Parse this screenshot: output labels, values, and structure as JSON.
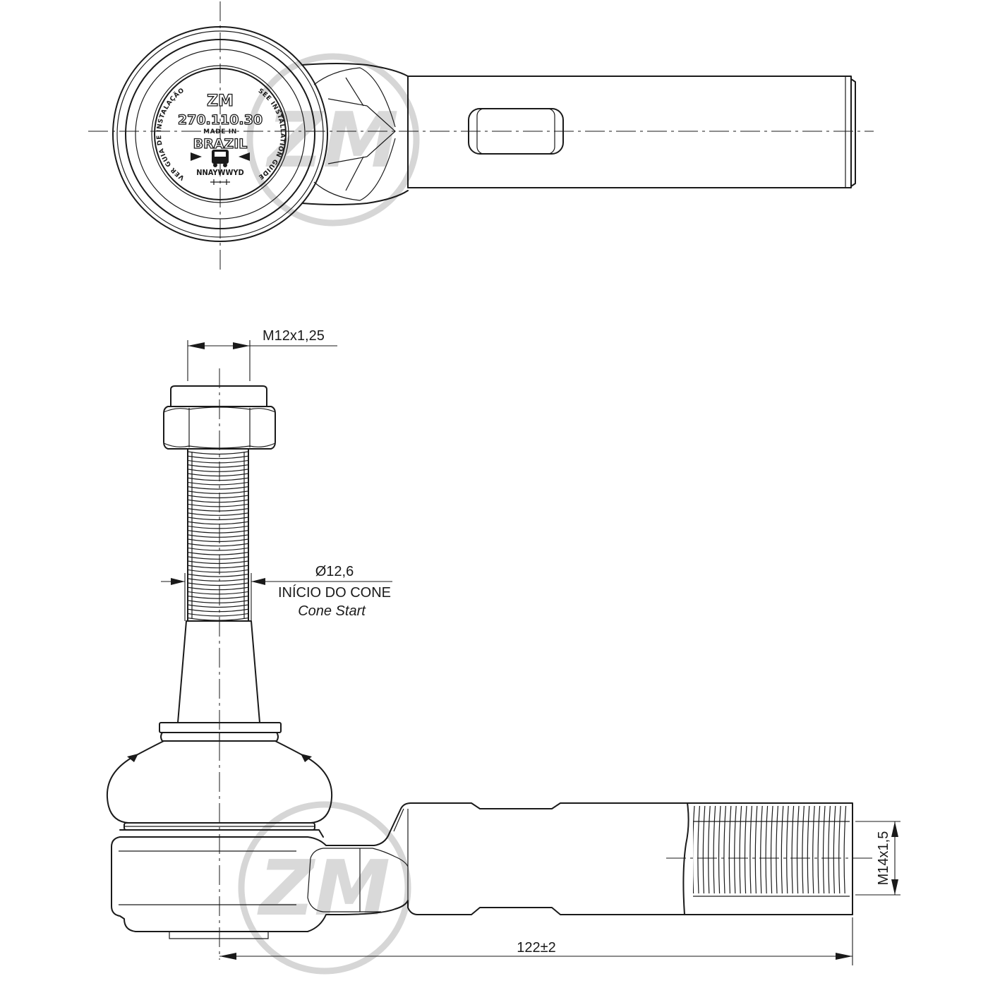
{
  "stamp": {
    "brand": "ZM",
    "part_number": "270.110.30",
    "made_in": "MADE IN",
    "country": "BRAZIL",
    "date_code": "NNAYWWYD",
    "ring_left": "VER GUIA DE INSTALAÇÃO",
    "ring_right": "SEE INSTALLATION GUIDE"
  },
  "dimensions": {
    "stud_thread": "M12x1,25",
    "cone_diameter": "Ø12,6",
    "cone_start_pt": "INÍCIO DO CONE",
    "cone_start_en": "Cone Start",
    "rod_thread": "M14x1,5",
    "overall_length": "122±2"
  },
  "watermark": {
    "text": "ZM"
  }
}
